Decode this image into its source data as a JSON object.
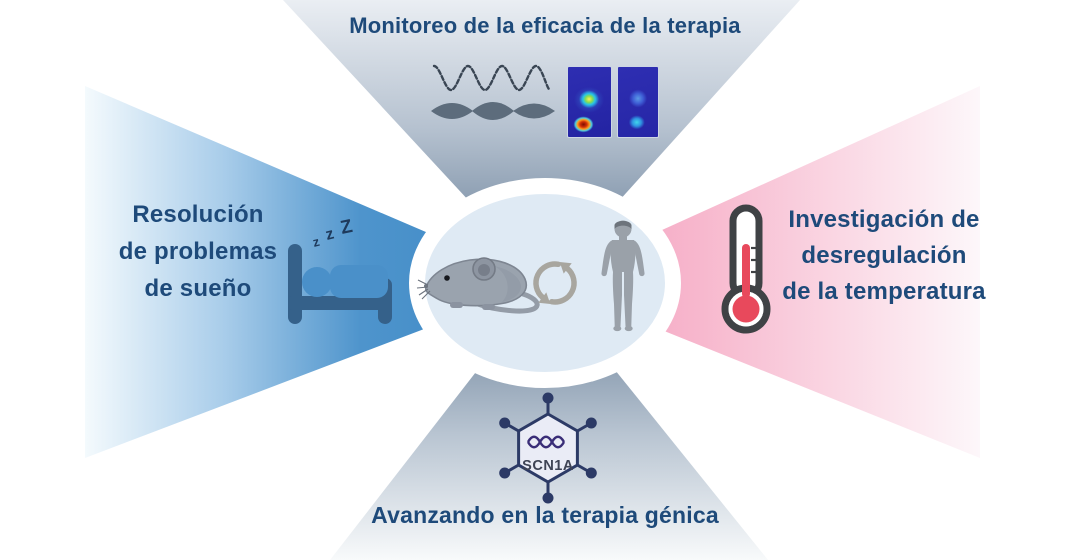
{
  "figure": {
    "type": "radial-infographic",
    "center_icons": [
      "mouse",
      "translation-cycle-arrows",
      "human-silhouette"
    ]
  },
  "colors": {
    "label_text": "#1E4A7A",
    "ray_left_blue": "#3C88C5",
    "ray_right_pink": "#F49CBD",
    "ray_vertical_slate": "#5F7791",
    "center_ellipse_fill": "#DFEAF4",
    "bed_frame": "#35618A",
    "bed_person": "#4A90C9",
    "thermometer_outline": "#3F4245",
    "thermometer_mercury": "#E8495C",
    "hexagon_navy": "#2C3A66",
    "heatmap_background": "#2A2AAA"
  },
  "sections": {
    "top": {
      "label": "Monitoreo de la eficacia de la terapia",
      "icons": [
        "eeg-sine-wave",
        "eeg-spindle-wave",
        "brain-heatmap-left",
        "brain-heatmap-right"
      ]
    },
    "left": {
      "label": "Resolución\nde problemas\nde sueño",
      "zzz": [
        "z",
        "z",
        "Z"
      ],
      "icon": "sleeping-bed"
    },
    "right": {
      "label": "Investigación de\ndesregulación\nde la temperatura",
      "icon": "thermometer"
    },
    "bottom": {
      "label": "Avanzando en la terapia génica",
      "gene_label": "SCN1A",
      "icon": "gene-hexagon"
    }
  }
}
